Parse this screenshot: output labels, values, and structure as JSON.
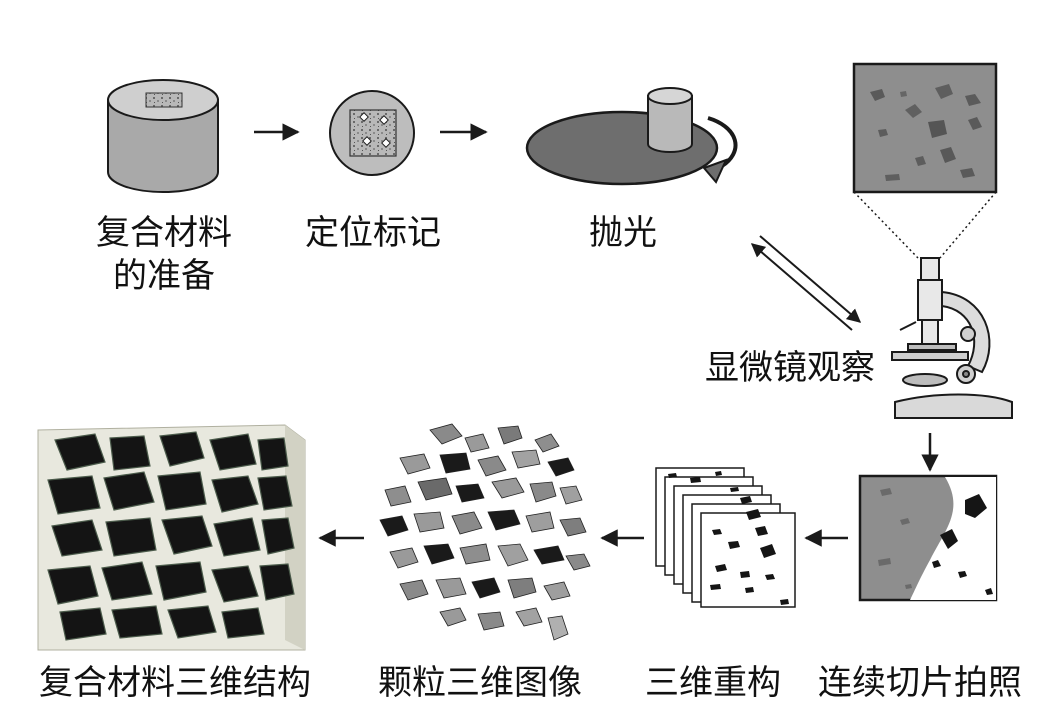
{
  "steps": {
    "composite_prep_line1": "复合材料",
    "composite_prep_line2": "的准备",
    "marking": "定位标记",
    "polishing": "抛光",
    "microscope": "显微镜观察",
    "slice_photo": "连续切片拍照",
    "reconstruction": "三维重构",
    "particle_image": "颗粒三维图像",
    "composite_structure": "复合材料三维结构"
  },
  "colors": {
    "line": "#1a1a1a",
    "light_gray": "#c8c8c8",
    "mid_gray": "#9a9a9a",
    "dark_gray": "#6e6e6e",
    "particle": "#151515"
  }
}
